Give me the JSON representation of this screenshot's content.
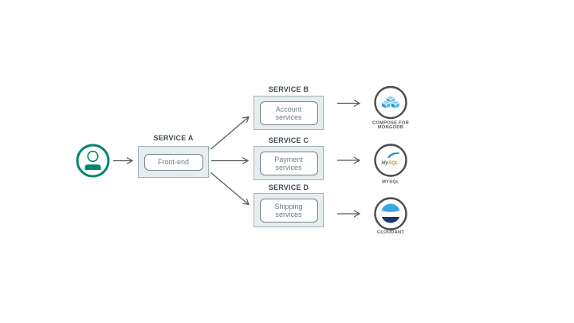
{
  "user": {
    "icon": "user-icon"
  },
  "services": [
    {
      "label": "SERVICE A",
      "box_text": "Front-end"
    },
    {
      "label": "SERVICE B",
      "box_text": "Account services"
    },
    {
      "label": "SERVICE C",
      "box_text": "Payment services"
    },
    {
      "label": "SERVICE D",
      "box_text": "Shipping services"
    }
  ],
  "databases": [
    {
      "label": "COMPOSE FOR MONGODB",
      "icon": "compose-mongodb-icon"
    },
    {
      "label": "MYSQL",
      "icon": "mysql-icon"
    },
    {
      "label": "CLOUDANT",
      "icon": "cloudant-icon"
    }
  ],
  "icons": {
    "arrow": "arrow-right-icon"
  },
  "colors": {
    "accent_teal": "#00866e",
    "service_box_fill": "#e6edef",
    "service_box_border": "#a2b2b6",
    "inner_box_border": "#73848a",
    "service_label_text": "#3f4b50",
    "inner_box_text": "#6f7d80",
    "arrow_stroke": "#54585b",
    "db_ring": "#4a4d50",
    "db_label_text": "#54595c",
    "compose_cube_blue": "#53b5e6",
    "mysql_blue": "#44708a",
    "mysql_orange": "#e8891a",
    "cloudant_blue": "#3aa7e0",
    "cloudant_navy": "#1d3a66"
  }
}
